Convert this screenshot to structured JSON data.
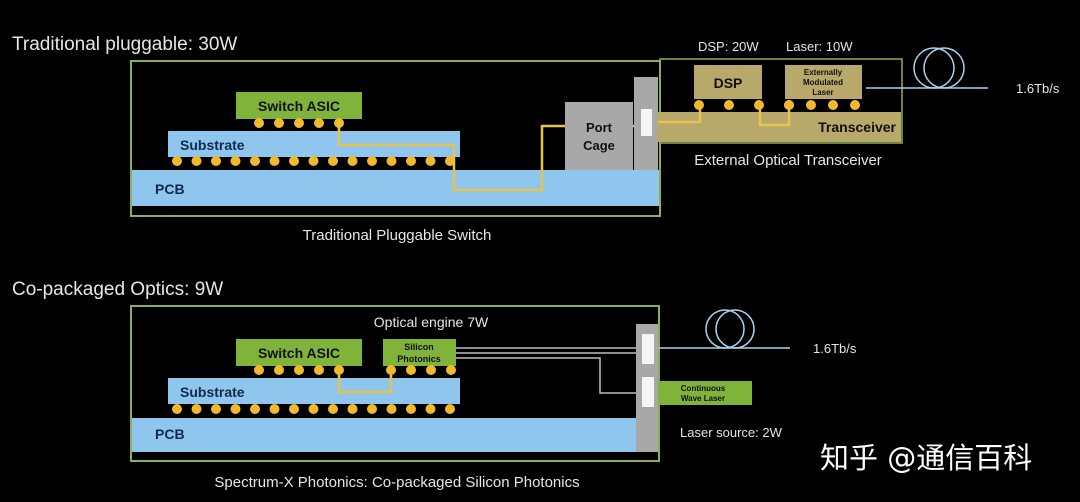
{
  "colors": {
    "background": "#000000",
    "frame_green": "#8fae55",
    "asic_green": "#7fb33a",
    "substrate_blue": "#8ec6ee",
    "pcb_blue": "#8ec6ee",
    "bump_yellow": "#f0b92e",
    "trace_yellow": "#e8c24a",
    "transceiver_tan": "#b8a86a",
    "port_gray": "#a8a8a8",
    "fiber_blue": "#a8d4ee",
    "text_light": "#e6e6e6",
    "text_dark": "#111111"
  },
  "top": {
    "heading": "Traditional pluggable: 30W",
    "switch_asic": "Switch ASIC",
    "substrate": "Substrate",
    "pcb": "PCB",
    "port_cage_line1": "Port",
    "port_cage_line2": "Cage",
    "dsp_power": "DSP: 20W",
    "laser_power": "Laser: 10W",
    "dsp": "DSP",
    "eml_line1": "Externally",
    "eml_line2": "Modulated",
    "eml_line3": "Laser",
    "transceiver": "Transceiver",
    "bandwidth": "1.6Tb/s",
    "caption_switch": "Traditional Pluggable Switch",
    "caption_transceiver": "External Optical Transceiver"
  },
  "bottom": {
    "heading": "Co-packaged Optics: 9W",
    "optical_engine": "Optical engine 7W",
    "switch_asic": "Switch ASIC",
    "sipho_line1": "Silicon",
    "sipho_line2": "Photonics",
    "substrate": "Substrate",
    "pcb": "PCB",
    "cw_line1": "Continuous",
    "cw_line2": "Wave Laser",
    "laser_source": "Laser source: 2W",
    "bandwidth": "1.6Tb/s",
    "caption": "Spectrum-X Photonics: Co-packaged Silicon Photonics"
  },
  "watermark": "知乎 @通信百科"
}
